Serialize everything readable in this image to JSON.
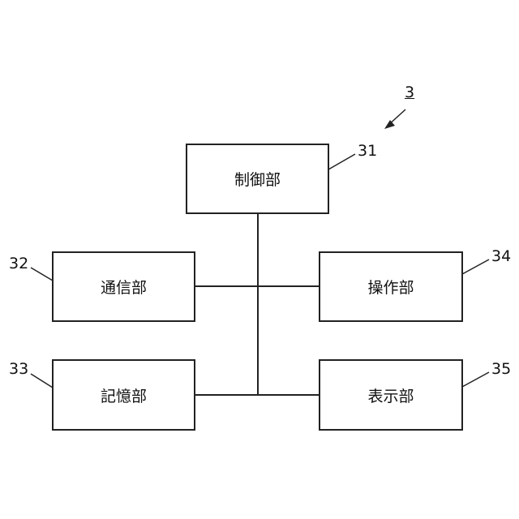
{
  "figure": {
    "number": "3"
  },
  "blocks": {
    "control": {
      "label": "制御部",
      "ref": "31"
    },
    "communication": {
      "label": "通信部",
      "ref": "32"
    },
    "storage": {
      "label": "記憶部",
      "ref": "33"
    },
    "operation": {
      "label": "操作部",
      "ref": "34"
    },
    "display": {
      "label": "表示部",
      "ref": "35"
    }
  }
}
